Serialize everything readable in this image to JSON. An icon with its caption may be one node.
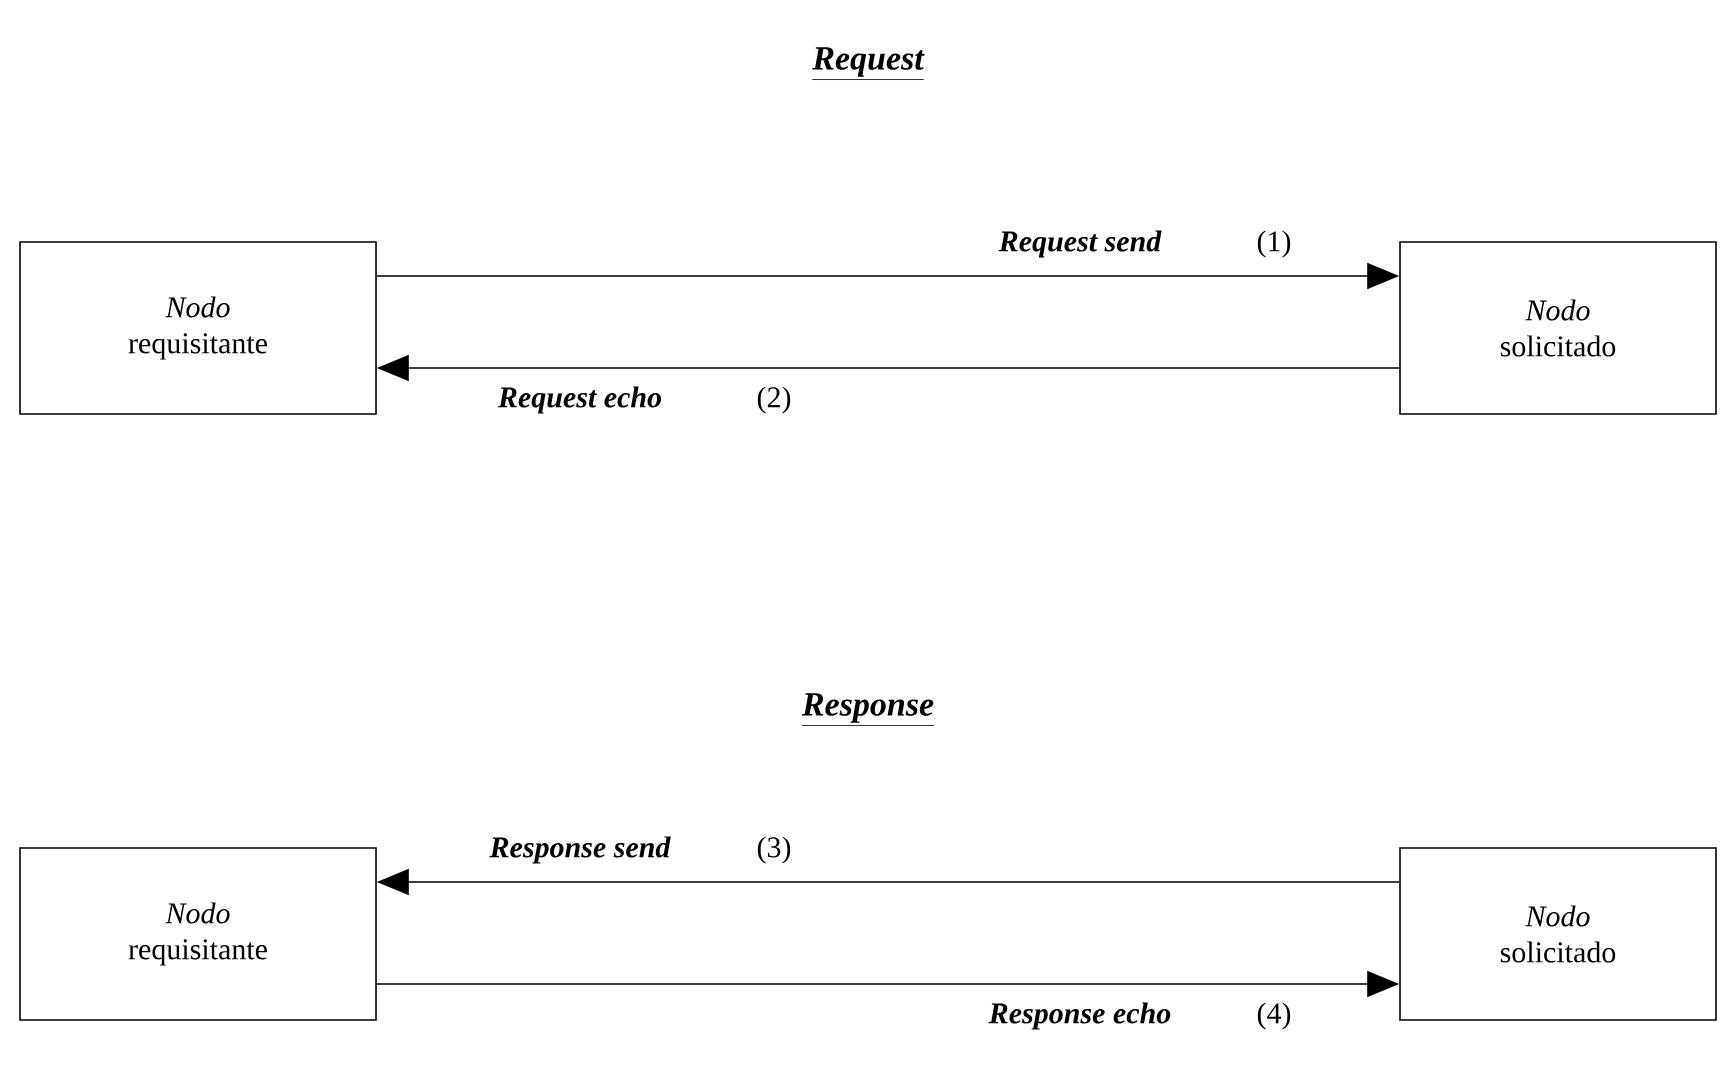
{
  "diagram": {
    "nodes": [
      {
        "text": [
          "*Nodo* requisitante"
        ]
      },
      {
        "text": [
          "*Nodo* solicitado"
        ]
      },
      {
        "text": [
          "*Nodo* requisitante"
        ]
      },
      {
        "text": [
          "*Nodo* solicitado"
        ]
      }
    ],
    "edges": [
      {
        "from": 0,
        "to": 1,
        "arrow": "to",
        "label": "Request send"
      },
      {
        "from": 1,
        "to": 0,
        "arrow": "to",
        "label": "Request echo"
      },
      {
        "from": 3,
        "to": 2,
        "arrow": "to",
        "label": "Response send"
      },
      {
        "from": 2,
        "to": 3,
        "arrow": "to",
        "label": "Response echo"
      }
    ],
    "labels": [
      "Request",
      "(1)",
      "(2)",
      "Response",
      "(3)",
      "(4)"
    ]
  }
}
